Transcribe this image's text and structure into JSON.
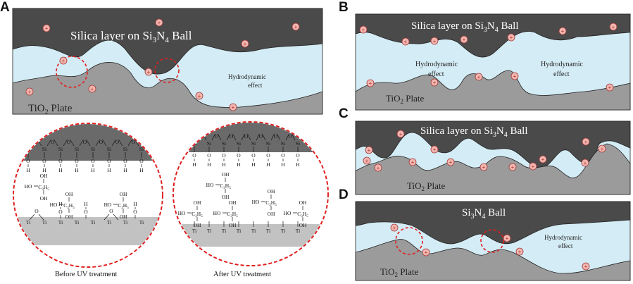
{
  "panels": {
    "a": {
      "label": "A",
      "ball_label_pre": "Silica layer on Si",
      "ball_sub1": "3",
      "ball_mid": "N",
      "ball_sub2": "4",
      "ball_post": " Ball",
      "effect_1": "Hydrodynamic",
      "effect_2": "effect",
      "plate_pre": "TiO",
      "plate_sub": "2",
      "plate_post": " Plate",
      "caption_before": "Before UV treatment",
      "caption_after": "After UV treatment"
    },
    "b": {
      "label": "B",
      "ball_label_pre": "Silica layer on Si",
      "ball_sub1": "3",
      "ball_mid": "N",
      "ball_sub2": "4",
      "ball_post": " Ball",
      "effect_1": "Hydrodynamic",
      "effect_2": "effect",
      "plate_pre": "TiO",
      "plate_sub": "2",
      "plate_post": " Plate"
    },
    "c": {
      "label": "C",
      "ball_label_pre": "Silica layer on Si",
      "ball_sub1": "3",
      "ball_mid": "N",
      "ball_sub2": "4",
      "ball_post": " Ball",
      "plate_pre": "TiO",
      "plate_sub": "2",
      "plate_post": " Plate"
    },
    "d": {
      "label": "D",
      "ball_pre": "Si",
      "ball_sub1": "3",
      "ball_mid": "N",
      "ball_sub2": "4",
      "ball_post": " Ball",
      "effect_1": "Hydrodynamic",
      "effect_2": "effect",
      "plate_pre": "TiO",
      "plate_sub": "2",
      "plate_post": " Plate"
    }
  },
  "molecule_text": {
    "si": "Si",
    "o": "O",
    "h": "H",
    "ti": "Ti",
    "oh": "OH",
    "ho": "HO",
    "c3h5": "C",
    "c3h5_sub1": "3",
    "c3h5_h": "H",
    "c3h5_sub2": "5",
    "plus": "+"
  },
  "colors": {
    "ball": "#4a4a4a",
    "water": "#d4ecf5",
    "plate": "#9b9b9b",
    "silica_band": "#6a6a6a",
    "ti_band": "#c2c2c2",
    "circle_dash": "#e02020",
    "charge_fill": "#f2b7b0",
    "charge_stroke": "#a23b3b"
  }
}
